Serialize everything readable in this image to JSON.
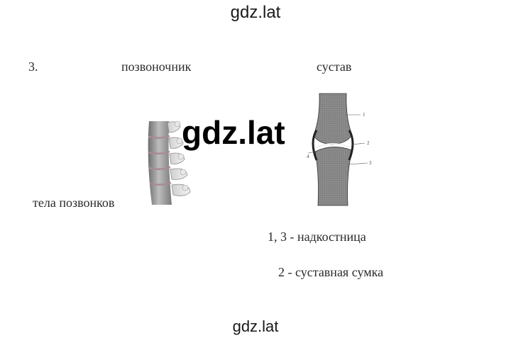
{
  "watermark": {
    "top": "gdz.lat",
    "center": "gdz.lat",
    "bottom": "gdz.lat"
  },
  "task_number": "3.",
  "headers": {
    "spine": "позвоночник",
    "joint": "сустав"
  },
  "spine_label": "тела позвонков",
  "joint_labels": {
    "part1": "1",
    "part2": "2",
    "part3": "3",
    "part4": "4"
  },
  "answers": [
    "1, 3 - надкостница",
    "2 - суставная сумка"
  ]
}
